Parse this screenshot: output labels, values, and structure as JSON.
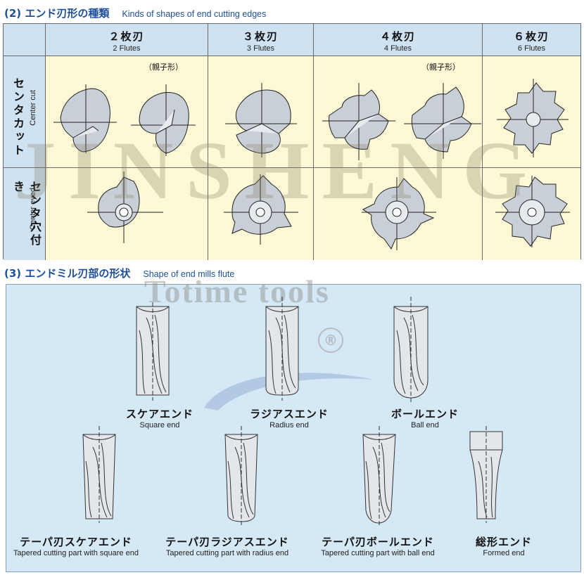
{
  "section2": {
    "jp": "(2) エンド刃形の種類",
    "en": "Kinds of shapes of end cutting edges"
  },
  "section3": {
    "jp": "(3) エンドミル刃部の形状",
    "en": "Shape of end mills flute"
  },
  "columns": [
    {
      "jp": "２枚刃",
      "en": "2 Flutes"
    },
    {
      "jp": "３枚刃",
      "en": "3 Flutes"
    },
    {
      "jp": "４枚刃",
      "en": "4 Flutes"
    },
    {
      "jp": "６枚刃",
      "en": "6 Flutes"
    }
  ],
  "rows": [
    {
      "jp": "センタカット",
      "en": "Center cut"
    },
    {
      "jp": "センタ穴付き",
      "en": "Center eyed"
    }
  ],
  "notes": {
    "parent_child": "（親子形）"
  },
  "tools": [
    {
      "jp": "スケアエンド",
      "en": "Square end"
    },
    {
      "jp": "ラジアスエンド",
      "en": "Radius end"
    },
    {
      "jp": "ボールエンド",
      "en": "Ball end"
    },
    {
      "jp": "テーパ刃スケアエンド",
      "en": "Tapered cutting part with square end"
    },
    {
      "jp": "テーパ刃ラジアスエンド",
      "en": "Tapered cutting part with radius end"
    },
    {
      "jp": "テーパ刃ボールエンド",
      "en": "Tapered cutting part with ball end"
    },
    {
      "jp": "総形エンド",
      "en": "Formed end"
    }
  ],
  "watermark": {
    "brand": "JINSHENG",
    "sub": "Totime tools",
    "mark": "®"
  },
  "colors": {
    "title_blue": "#1f4f9a",
    "header_bg": "#cfe2f2",
    "cell_bg": "#fdf8d6",
    "panel_bg": "#d4e8f6"
  }
}
